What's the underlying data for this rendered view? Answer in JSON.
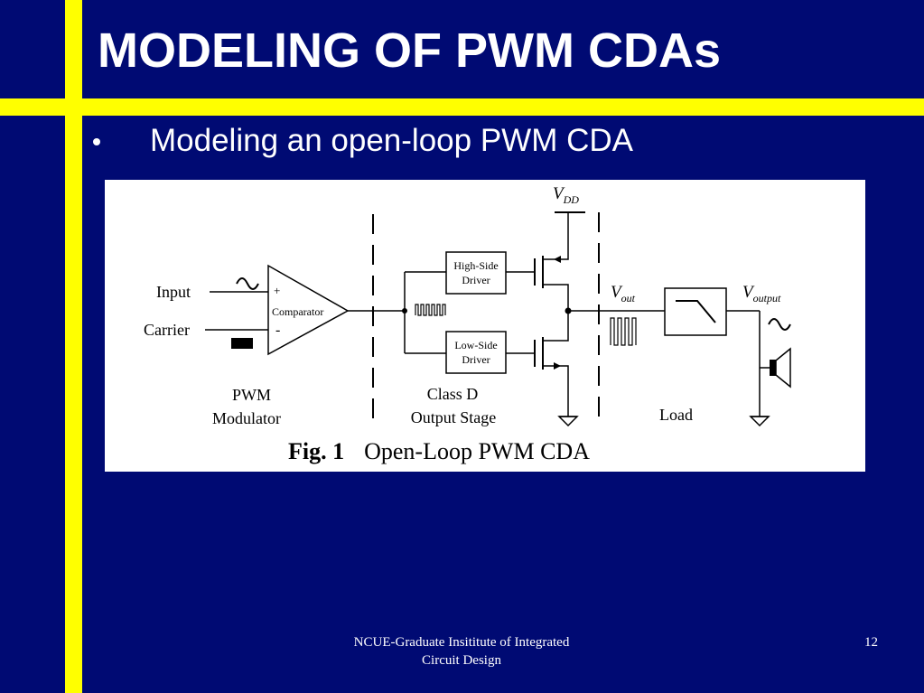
{
  "slide": {
    "title": "MODELING OF PWM CDAs",
    "bullet": "Modeling an open-loop PWM CDA",
    "footer_line1": "NCUE-Graduate Insititute of Integrated",
    "footer_line2": "Circuit Design",
    "page_number": "12"
  },
  "figure": {
    "input_label": "Input",
    "carrier_label": "Carrier",
    "plus_sign": "+",
    "minus_sign": "-",
    "comparator_label": "Comparator",
    "pwm_line1": "PWM",
    "pwm_line2": "Modulator",
    "high_side_line1": "High-Side",
    "high_side_line2": "Driver",
    "low_side_line1": "Low-Side",
    "low_side_line2": "Driver",
    "classd_line1": "Class D",
    "classd_line2": "Output Stage",
    "vdd_main": "V",
    "vdd_sub": "DD",
    "vout_main": "V",
    "vout_sub": "out",
    "voutput_main": "V",
    "voutput_sub": "output",
    "load_label": "Load",
    "caption_bold": "Fig. 1",
    "caption_text": "Open-Loop PWM CDA"
  },
  "colors": {
    "background": "#000a73",
    "accent_bars": "#ffff00",
    "text": "#ffffff",
    "figure_bg": "#ffffff",
    "ink": "#000000"
  }
}
